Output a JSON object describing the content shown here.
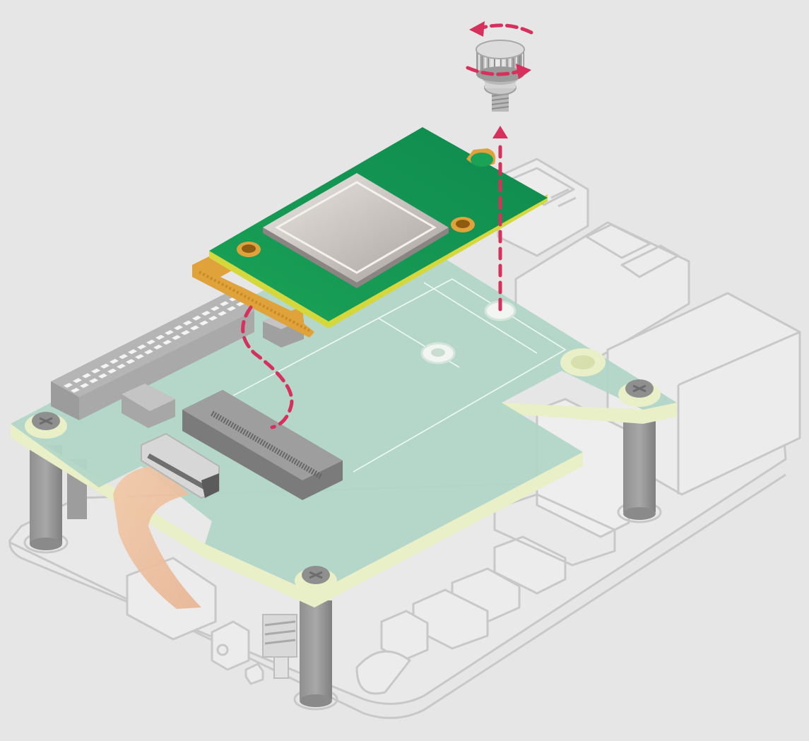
{
  "diagram": {
    "components": [
      {
        "id": "base-board",
        "kind": "outline"
      },
      {
        "id": "hat-board",
        "kind": "pcb"
      },
      {
        "id": "m2-module",
        "kind": "pcb"
      },
      {
        "id": "thumb-screw",
        "kind": "fastener"
      }
    ],
    "arrows": [
      {
        "id": "screw-removal-arrow",
        "style": "dashed",
        "direction": "up"
      },
      {
        "id": "screw-rotation-arrow",
        "style": "dashed",
        "direction": "counter-clockwise"
      },
      {
        "id": "module-insertion-path",
        "style": "dashed"
      }
    ]
  },
  "colors": {
    "background": "#e6e6e6",
    "outline": "#c8c8c8",
    "outline_fill": "#ececec",
    "hat_pcb": "#b2d6c8",
    "hat_edge": "#e9efc6",
    "module_pcb": "#18a059",
    "module_edge": "#d4d83c",
    "gold": "#e0a23a",
    "metal": "#bdbdbd",
    "standoff": "#9a9a9a",
    "arrow": "#d6305c"
  }
}
